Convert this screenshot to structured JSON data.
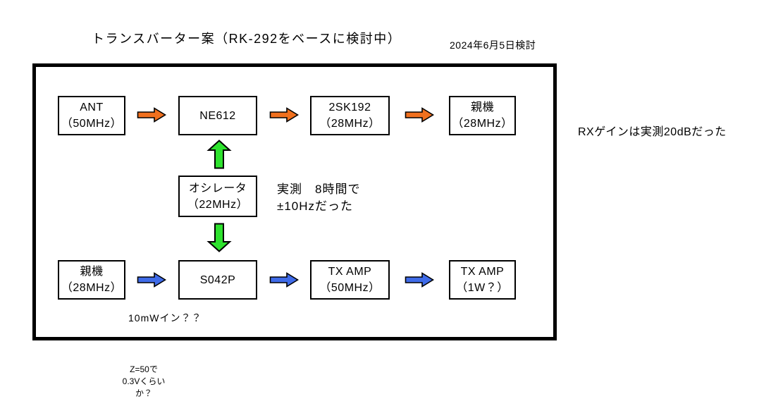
{
  "page": {
    "title": "トランスバーター案（RK-292をベースに検討中）",
    "date": "2024年6月5日検討"
  },
  "diagram": {
    "rx_chain": [
      {
        "name": "ANT",
        "sub": "（50MHz）"
      },
      {
        "name": "NE612",
        "sub": ""
      },
      {
        "name": "2SK192",
        "sub": "（28MHz）"
      },
      {
        "name": "親機",
        "sub": "（28MHz）"
      }
    ],
    "oscillator": {
      "name": "オシレータ",
      "sub": "（22MHz）"
    },
    "tx_chain": [
      {
        "name": "親機",
        "sub": "（28MHz）"
      },
      {
        "name": "S042P",
        "sub": ""
      },
      {
        "name": "TX AMP",
        "sub": "（50MHz）"
      },
      {
        "name": "TX AMP",
        "sub": "（1W？）"
      }
    ],
    "notes": {
      "oscillator_drift_line1": "実測　8時間で",
      "oscillator_drift_line2": "±10Hzだった",
      "rx_gain": "RXゲインは実測20dBだった",
      "tx_input": "10mWイン？？",
      "voltage_line1": "Z=50で",
      "voltage_line2": "0.3Vくらい",
      "voltage_line3": "か？"
    },
    "colors": {
      "rx_arrow": "#F0701E",
      "lo_arrow": "#2EE22E",
      "tx_arrow": "#3F6BE8",
      "outline": "#000000"
    }
  }
}
